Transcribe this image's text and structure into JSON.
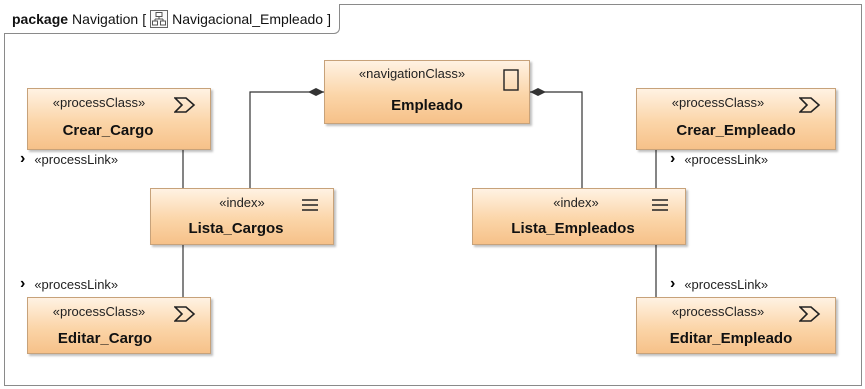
{
  "package": {
    "keyword": "package",
    "name": "Navigation",
    "bracket_open": "[",
    "diagram_name": "Navigacional_Empleado",
    "bracket_close": "]",
    "diagram_icon": "class-diagram-icon"
  },
  "nodes": {
    "empleado": {
      "stereotype": "«navigationClass»",
      "name": "Empleado",
      "icon": "rectangle-icon"
    },
    "crear_cargo": {
      "stereotype": "«processClass»",
      "name": "Crear_Cargo",
      "icon": "process-chevron-icon"
    },
    "lista_cargos": {
      "stereotype": "«index»",
      "name": "Lista_Cargos",
      "icon": "index-list-icon"
    },
    "editar_cargo": {
      "stereotype": "«processClass»",
      "name": "Editar_Cargo",
      "icon": "process-chevron-icon"
    },
    "crear_empleado": {
      "stereotype": "«processClass»",
      "name": "Crear_Empleado",
      "icon": "process-chevron-icon"
    },
    "lista_empleados": {
      "stereotype": "«index»",
      "name": "Lista_Empleados",
      "icon": "index-list-icon"
    },
    "editar_empleado": {
      "stereotype": "«processClass»",
      "name": "Editar_Empleado",
      "icon": "process-chevron-icon"
    }
  },
  "links": {
    "crear_cargo_to_lista": {
      "label": "«processLink»",
      "icon": "chevron-right-icon"
    },
    "lista_cargos_to_editar": {
      "label": "«processLink»",
      "icon": "chevron-right-icon"
    },
    "crear_empleado_to_lista": {
      "label": "«processLink»",
      "icon": "chevron-right-icon"
    },
    "lista_empleados_to_editar": {
      "label": "«processLink»",
      "icon": "chevron-right-icon"
    }
  },
  "colors": {
    "node_fill_top": "#fff2e3",
    "node_fill_bottom": "#f6c189",
    "node_border": "#c7a27a",
    "edge": "#333333"
  }
}
